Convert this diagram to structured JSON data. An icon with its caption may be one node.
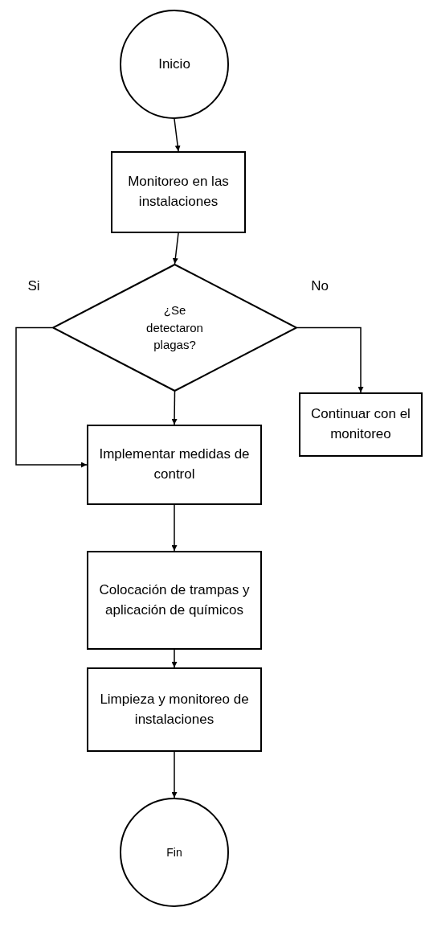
{
  "diagram": {
    "nodes": [
      {
        "text": [
          "Inicio"
        ]
      },
      {
        "text": [
          "Monitoreo en las instalaciones"
        ]
      },
      {
        "text": [
          "¿Se detectaron plagas?"
        ]
      },
      {
        "text": [
          "Continuar con el monitoreo"
        ]
      },
      {
        "text": [
          "Implementar medidas de control"
        ]
      },
      {
        "text": [
          "Colocación de trampas y aplicación de químicos"
        ]
      },
      {
        "text": [
          "Limpieza y monitoreo de instalaciones"
        ]
      },
      {
        "text": [
          "Fin"
        ]
      }
    ],
    "edges": [
      {
        "from": 0,
        "to": 1,
        "arrow": "to"
      },
      {
        "from": 1,
        "to": 2,
        "arrow": "to"
      },
      {
        "from": 2,
        "to": 3,
        "arrow": "to",
        "label": "No"
      },
      {
        "from": 2,
        "to": 4,
        "arrow": "to",
        "label": "Si"
      },
      {
        "from": 2,
        "to": 4,
        "arrow": "to"
      },
      {
        "from": 4,
        "to": 5,
        "arrow": "to"
      },
      {
        "from": 5,
        "to": 6,
        "arrow": "to"
      },
      {
        "from": 6,
        "to": 7,
        "arrow": "to"
      }
    ]
  }
}
